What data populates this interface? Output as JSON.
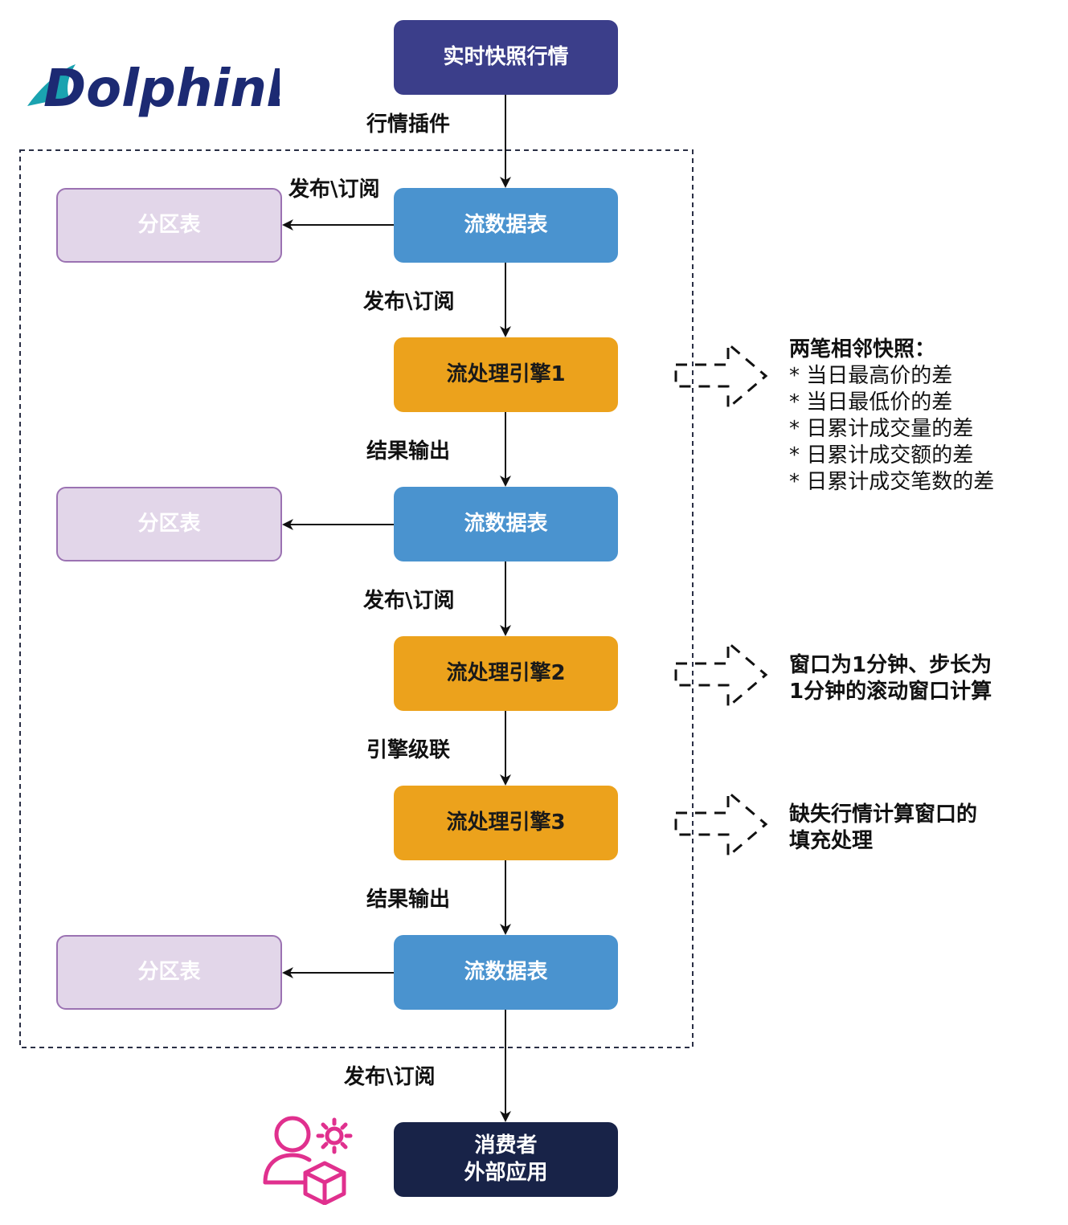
{
  "logo": {
    "text": "DolphinDB"
  },
  "nodes": {
    "snapshot": "实时快照行情",
    "stream1": "流数据表",
    "stream2": "流数据表",
    "stream3": "流数据表",
    "engine1": "流处理引擎1",
    "engine2": "流处理引擎2",
    "engine3": "流处理引擎3",
    "part1": "分区表",
    "part2": "分区表",
    "part3": "分区表",
    "consumer": "消费者\n外部应用"
  },
  "edges": {
    "plugin": "行情插件",
    "pubsub_part1": "发布\\订阅",
    "pubsub_engine1": "发布\\订阅",
    "output1": "结果输出",
    "pubsub_engine2": "发布\\订阅",
    "cascade": "引擎级联",
    "output3": "结果输出",
    "pubsub_consumer": "发布\\订阅"
  },
  "notes": {
    "engine1": {
      "title": "两笔相邻快照：",
      "items": [
        "* 当日最高价的差",
        "* 当日最低价的差",
        "* 日累计成交量的差",
        "* 日累计成交额的差",
        "* 日累计成交笔数的差"
      ]
    },
    "engine2": [
      "窗口为1分钟、步长为",
      "1分钟的滚动窗口计算"
    ],
    "engine3": [
      "缺失行情计算窗口的",
      "填充处理"
    ]
  },
  "colors": {
    "snapshot": "#3b3e8a",
    "stream": "#4a93cf",
    "engine": "#eca21c",
    "partition_fill": "#e2d6e9",
    "partition_border": "#9b72b2",
    "consumer": "#182348",
    "consumer_icon": "#e0308e",
    "logo_dark": "#1c2a73",
    "logo_teal": "#1aa3b0"
  },
  "icons": [
    "user-gear-cube-icon",
    "dashed-arrow-icon"
  ]
}
